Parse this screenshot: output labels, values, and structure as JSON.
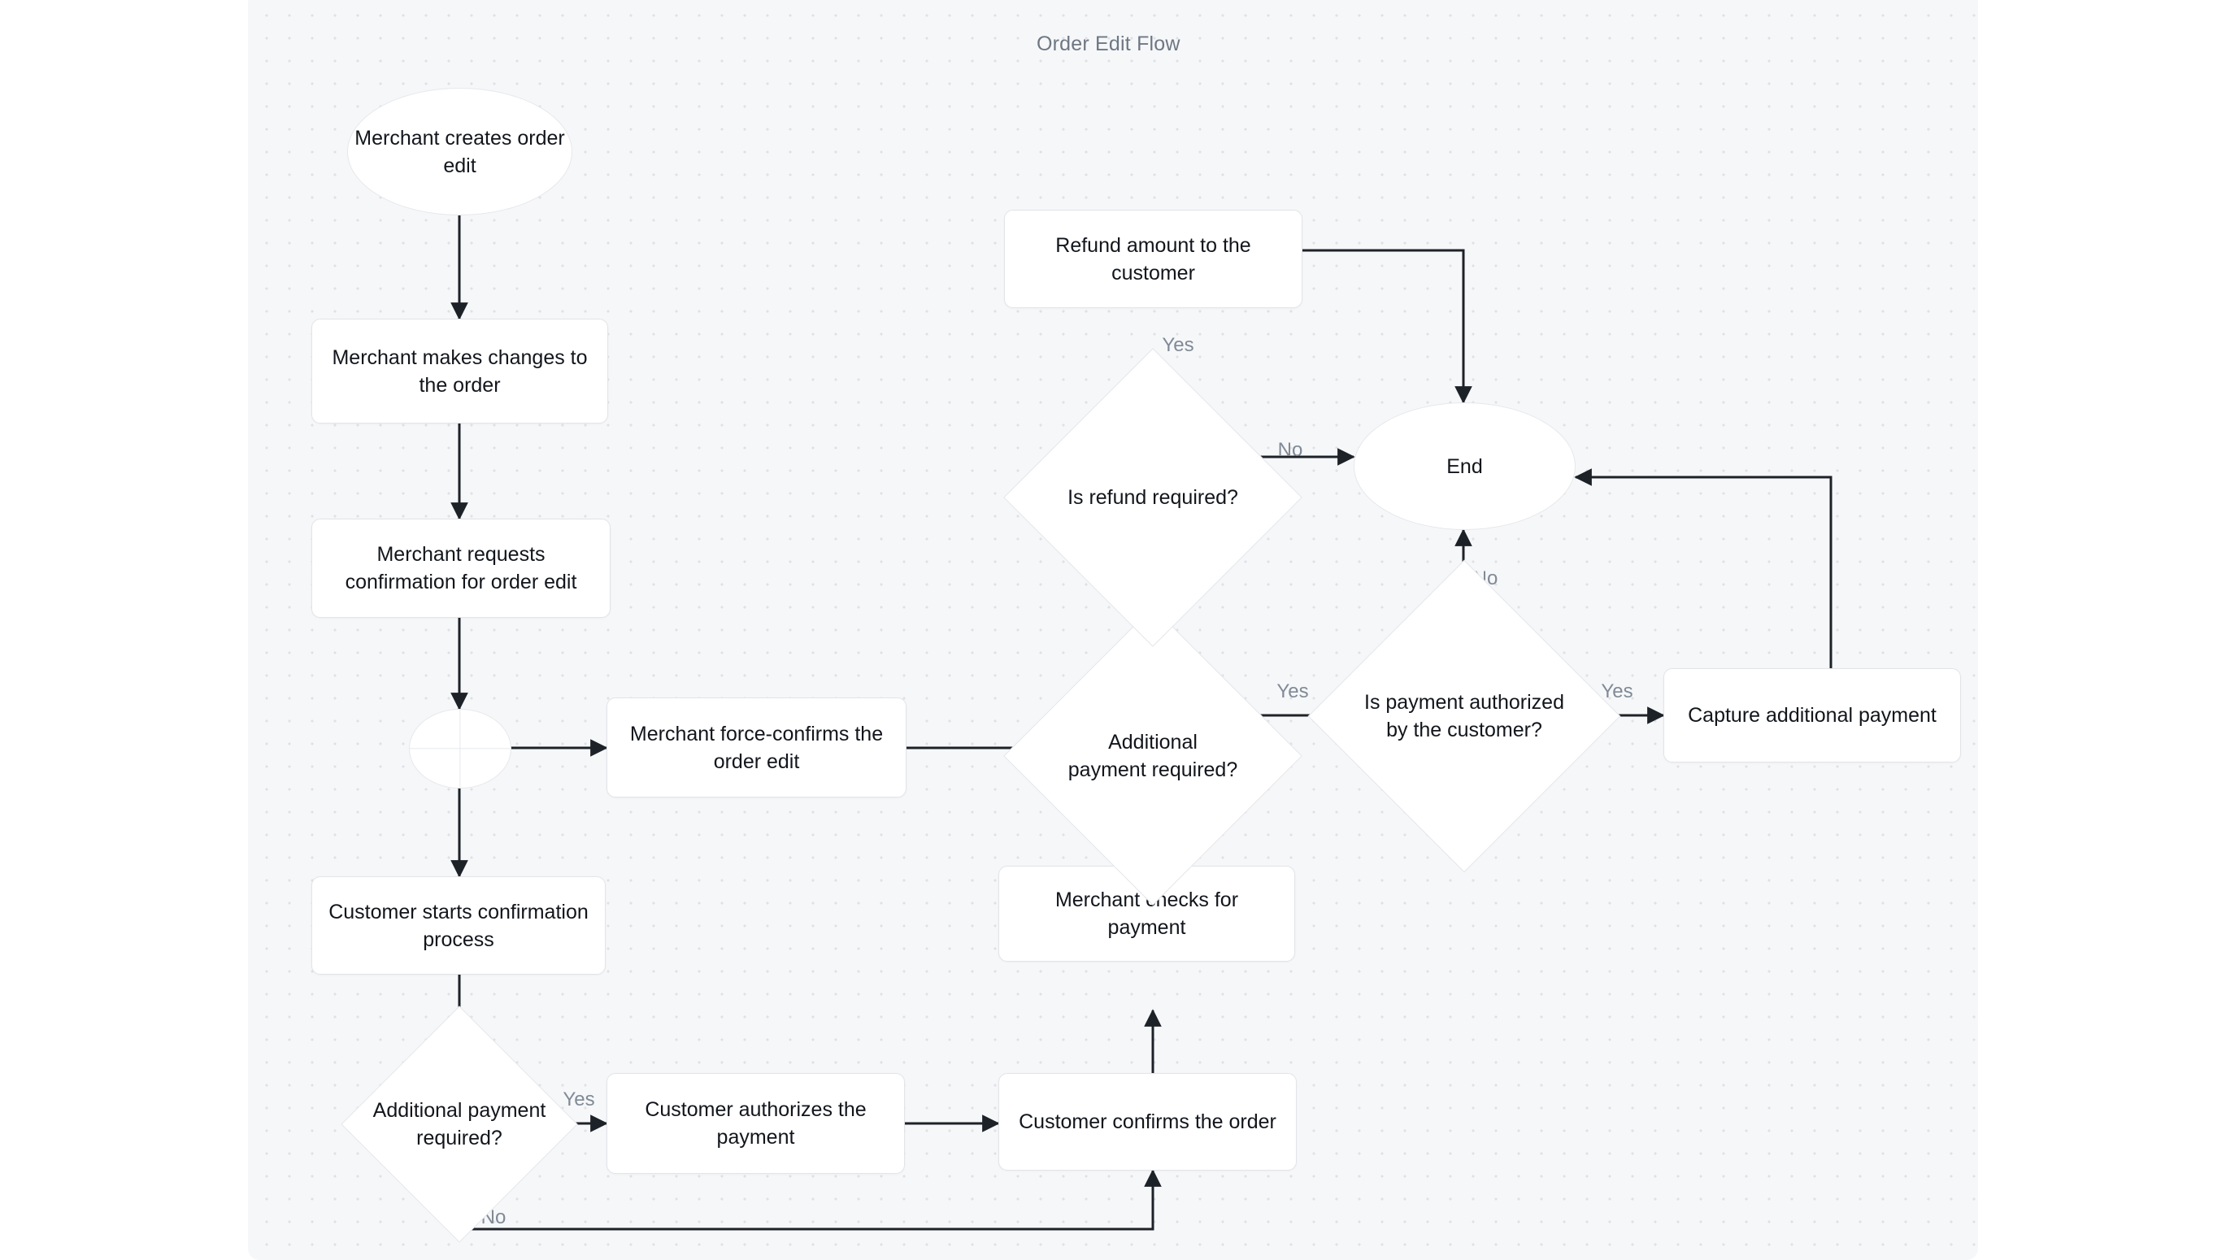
{
  "diagram": {
    "title": "Order Edit Flow",
    "type": "flowchart",
    "canvas": {
      "background": "#f6f7f9",
      "dot_color": "#dfe1e5",
      "grid_on": true
    },
    "colors": {
      "node_fill": "#ffffff",
      "node_border": "#e2e4e8",
      "edge_stroke": "#1d2228",
      "text": "#12161c",
      "label_text": "#808a96",
      "title_text": "#6e7783"
    },
    "nodes": [
      {
        "id": "start",
        "shape": "ellipse",
        "label": "Merchant creates order edit"
      },
      {
        "id": "makes_changes",
        "shape": "box",
        "label": "Merchant makes changes to the order"
      },
      {
        "id": "requests_confirm",
        "shape": "box",
        "label": "Merchant requests confirmation for order edit"
      },
      {
        "id": "fork",
        "shape": "junction",
        "label": ""
      },
      {
        "id": "force_confirm",
        "shape": "box",
        "label": "Merchant force-confirms the order edit"
      },
      {
        "id": "cust_starts",
        "shape": "box",
        "label": "Customer starts confirmation process"
      },
      {
        "id": "addl_pay_cust",
        "shape": "diamond",
        "label": "Additional payment required?"
      },
      {
        "id": "cust_authorizes",
        "shape": "box",
        "label": "Customer authorizes the payment"
      },
      {
        "id": "cust_confirms",
        "shape": "box",
        "label": "Customer confirms the order"
      },
      {
        "id": "merchant_checks",
        "shape": "box",
        "label": "Merchant checks for payment"
      },
      {
        "id": "addl_pay_merchant",
        "shape": "diamond",
        "label": "Additional payment required?"
      },
      {
        "id": "is_refund",
        "shape": "diamond",
        "label": "Is refund required?"
      },
      {
        "id": "refund_amount",
        "shape": "box",
        "label": "Refund amount to the customer"
      },
      {
        "id": "is_authorized",
        "shape": "diamond",
        "label": "Is payment authorized by the customer?"
      },
      {
        "id": "capture_payment",
        "shape": "box",
        "label": "Capture additional payment"
      },
      {
        "id": "end",
        "shape": "ellipse",
        "label": "End"
      }
    ],
    "edges": [
      {
        "from": "start",
        "to": "makes_changes",
        "label": ""
      },
      {
        "from": "makes_changes",
        "to": "requests_confirm",
        "label": ""
      },
      {
        "from": "requests_confirm",
        "to": "fork",
        "label": ""
      },
      {
        "from": "fork",
        "to": "force_confirm",
        "label": ""
      },
      {
        "from": "fork",
        "to": "cust_starts",
        "label": ""
      },
      {
        "from": "force_confirm",
        "to": "addl_pay_merchant",
        "label": ""
      },
      {
        "from": "cust_starts",
        "to": "addl_pay_cust",
        "label": ""
      },
      {
        "from": "addl_pay_cust",
        "to": "cust_authorizes",
        "label": "Yes"
      },
      {
        "from": "addl_pay_cust",
        "to": "cust_confirms",
        "label": "No"
      },
      {
        "from": "cust_authorizes",
        "to": "cust_confirms",
        "label": ""
      },
      {
        "from": "cust_confirms",
        "to": "merchant_checks",
        "label": ""
      },
      {
        "from": "merchant_checks",
        "to": "addl_pay_merchant",
        "label": ""
      },
      {
        "from": "addl_pay_merchant",
        "to": "is_refund",
        "label": "No"
      },
      {
        "from": "addl_pay_merchant",
        "to": "is_authorized",
        "label": "Yes"
      },
      {
        "from": "is_refund",
        "to": "refund_amount",
        "label": "Yes"
      },
      {
        "from": "is_refund",
        "to": "end",
        "label": "No"
      },
      {
        "from": "refund_amount",
        "to": "end",
        "label": ""
      },
      {
        "from": "is_authorized",
        "to": "end",
        "label": "No"
      },
      {
        "from": "is_authorized",
        "to": "capture_payment",
        "label": "Yes"
      },
      {
        "from": "capture_payment",
        "to": "end",
        "label": ""
      }
    ],
    "edge_labels": {
      "cust_yes": "Yes",
      "cust_no": "No",
      "merchant_no": "No",
      "merchant_yes": "Yes",
      "refund_yes": "Yes",
      "refund_no": "No",
      "auth_no": "No",
      "auth_yes": "Yes"
    }
  }
}
